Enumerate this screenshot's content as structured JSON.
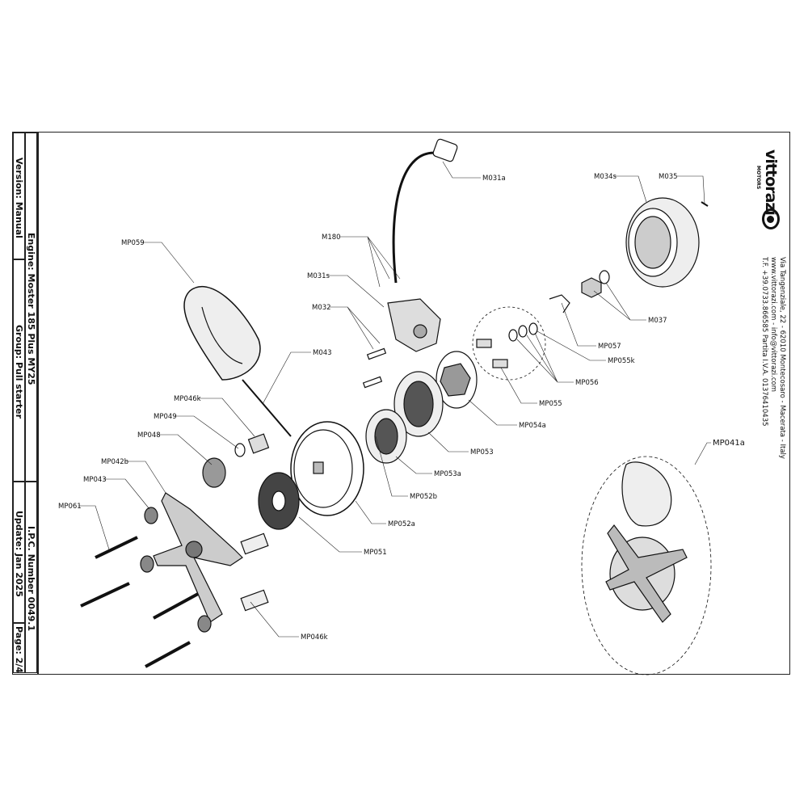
{
  "title_block": {
    "engine": "Engine: Moster 185 Plus MY25",
    "version": "Version: Manual",
    "group": "Group: Pull starter",
    "update": "Update: Jan 2025",
    "ipc": "I.P.C. Number 0049.1",
    "page": "Page: 2/4"
  },
  "company": {
    "logo": "vittorazi",
    "logo_sub": "MOTORS",
    "address": "Via Tangenziale, 22 - 62010 Montecosaro - Macerata - Italy",
    "web": "www.vittorazi.com - info@vittorazi.com",
    "phone": "T.F. +39.0733.866585 Partita I.V.A. 01376410435"
  },
  "parts": {
    "M031a": "M031a",
    "M034s": "M034s",
    "M035": "M035",
    "M180": "M180",
    "M031s": "M031s",
    "M032": "M032",
    "M043": "M043",
    "MP059": "MP059",
    "MP046k_top": "MP046k",
    "MP049": "MP049",
    "MP048": "MP048",
    "MP042b": "MP042b",
    "MP043": "MP043",
    "MP061": "MP061",
    "M037": "M037",
    "MP057": "MP057",
    "MP055k": "MP055k",
    "MP056": "MP056",
    "MP055": "MP055",
    "MP054a": "MP054a",
    "MP053": "MP053",
    "MP053a": "MP053a",
    "MP052b": "MP052b",
    "MP052a": "MP052a",
    "MP051": "MP051",
    "MP046k_bottom": "MP046k",
    "MP041a": "MP041a"
  }
}
